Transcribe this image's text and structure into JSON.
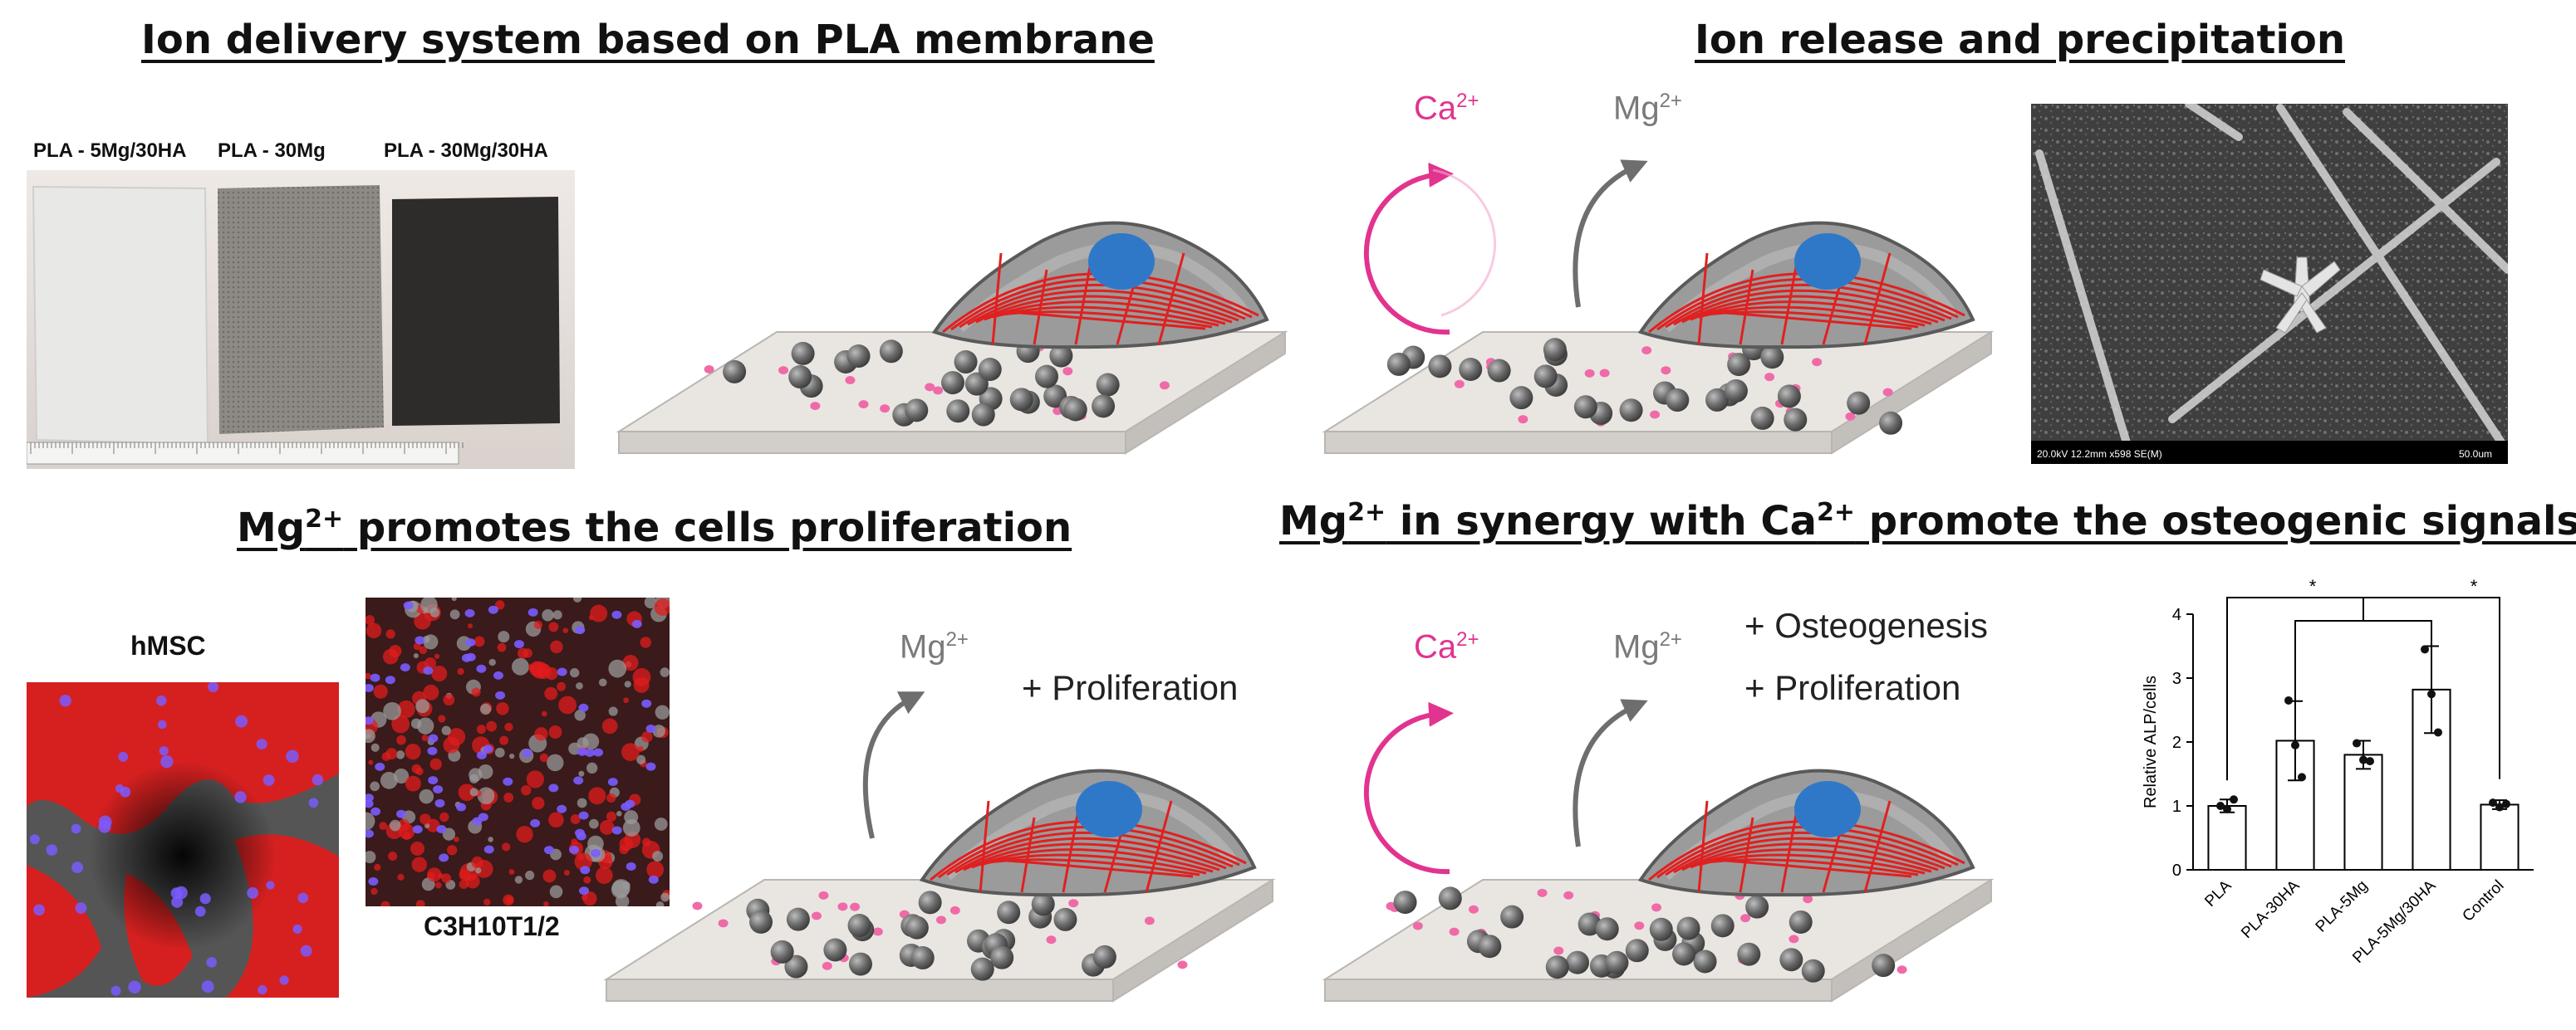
{
  "headings": {
    "delivery": "Ion delivery system based on PLA membrane",
    "release": "Ion release and precipitation",
    "proliferation_main": "Mg",
    "proliferation_sup": "2+",
    "proliferation_rest": " promotes the cells proliferation",
    "synergy_mg": "Mg",
    "synergy_mg_sup": "2+",
    "synergy_mid": " in synergy with Ca",
    "synergy_ca_sup": "2+",
    "synergy_rest": " promote the osteogenic signals"
  },
  "samples": [
    "PLA - 5Mg/30HA",
    "PLA - 30Mg",
    "PLA - 30Mg/30HA"
  ],
  "ions": {
    "ca": "Ca",
    "mg": "Mg",
    "charge": "2+"
  },
  "effects": {
    "proliferation": "+ Proliferation",
    "osteogenesis": "+ Osteogenesis"
  },
  "cells": {
    "hmsc": "hMSC",
    "c3h": "C3H10T1/2"
  },
  "sem": {
    "left_caption": "20.0kV 12.2mm x598 SE(M)",
    "right_caption": "50.0um"
  },
  "colors": {
    "calcium": "#e2338f",
    "magnesium": "#7a7a7a",
    "cell_nucleus": "#2f78c8",
    "cytoskeleton": "#e02020",
    "membrane_top": "#e9e6e2"
  },
  "chart_data": {
    "type": "bar",
    "ylabel": "Relative ALP/cells",
    "categories": [
      "PLA",
      "PLA-30HA",
      "PLA-5Mg",
      "PLA-5Mg/30HA",
      "Control"
    ],
    "values": [
      1.0,
      2.02,
      1.8,
      2.82,
      1.02
    ],
    "errors": [
      0.1,
      0.62,
      0.22,
      0.68,
      0.07
    ],
    "points": [
      [
        1.0,
        0.95,
        1.1
      ],
      [
        2.65,
        1.95,
        1.45
      ],
      [
        1.98,
        1.72,
        1.7
      ],
      [
        3.45,
        2.75,
        2.15
      ],
      [
        1.05,
        0.98,
        1.03
      ]
    ],
    "ylim": [
      0,
      4
    ],
    "yticks": [
      0,
      1,
      2,
      3,
      4
    ],
    "significance": [
      {
        "label": "*",
        "from": 0,
        "to": 3
      },
      {
        "label": "*",
        "from": 3,
        "to": 4
      }
    ],
    "grid": false
  }
}
